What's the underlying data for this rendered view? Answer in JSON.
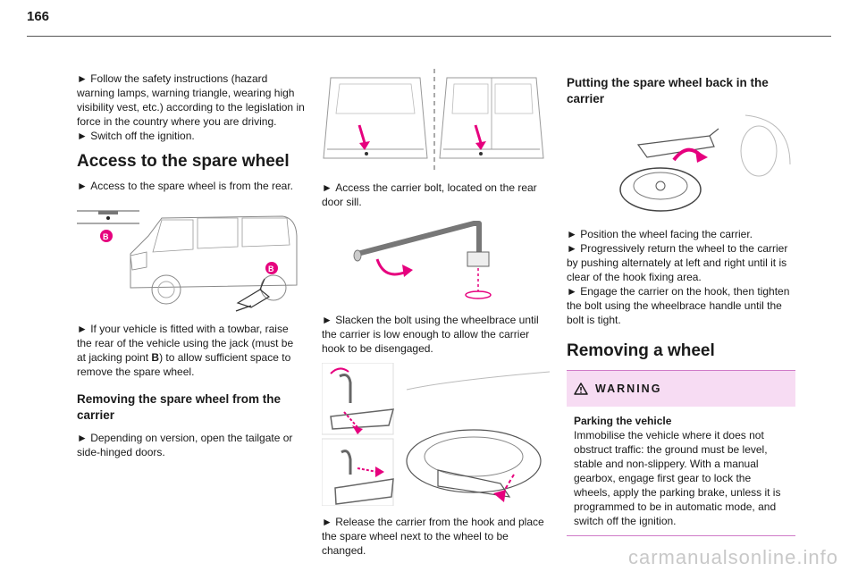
{
  "page": {
    "number": "166"
  },
  "col1": {
    "intro1": "Follow the safety instructions (hazard warning lamps, warning triangle, wearing high visibility vest, etc.) according to the legislation in force in the country where you are driving.",
    "intro2": "Switch off the ignition.",
    "heading_access": "Access to the spare wheel",
    "access_text": "Access to the spare wheel is from the rear.",
    "label_b": "B",
    "towbar_pre": "If your vehicle is fitted with a towbar, raise the rear of the vehicle using the jack (must be at jacking point ",
    "towbar_bold": "B",
    "towbar_post": ") to allow sufficient space to remove the spare wheel.",
    "heading_removing": "Removing the spare wheel from the carrier",
    "depending_text": "Depending on version, open the tailgate or side-hinged doors."
  },
  "col2": {
    "bolt_text": "Access the carrier bolt, located on the rear door sill.",
    "slacken_text": "Slacken the bolt using the wheelbrace until the carrier is low enough to allow the carrier hook to be disengaged.",
    "release_text": "Release the carrier from the hook and place the spare wheel next to the wheel to be changed."
  },
  "col3": {
    "heading_putting": "Putting the spare wheel back in the carrier",
    "step1": "Position the wheel facing the carrier.",
    "step2": "Progressively return the wheel to the carrier by pushing alternately at left and right until it is clear of the hook fixing area.",
    "step3": "Engage the carrier on the hook, then tighten the bolt using the wheelbrace handle until the bolt is tight.",
    "heading_removing_wheel": "Removing a wheel",
    "warning_title": "WARNING",
    "warning_sub": "Parking the vehicle",
    "warning_body": "Immobilise the vehicle where it does not obstruct traffic: the ground must be level, stable and non-slippery. With a manual gearbox, engage first gear to lock the wheels, apply the parking brake, unless it is programmed to be in automatic mode, and switch off the ignition."
  },
  "watermark": "carmanualsonline.info",
  "colors": {
    "accent": "#e6007e",
    "warning_bg": "#f7dcf3"
  }
}
